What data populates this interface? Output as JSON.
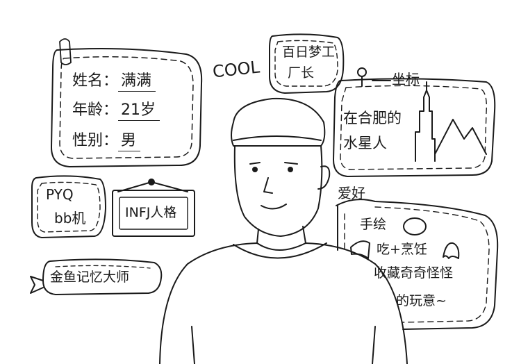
{
  "info_card": {
    "name_label": "姓名：",
    "name_value": "满满",
    "age_label": "年龄：",
    "age_value": "21岁",
    "gender_label": "性别：",
    "gender_value": "男"
  },
  "cool_text": "COOL",
  "title_bubble": {
    "line1": "百日梦工",
    "line2": "厂长"
  },
  "location": {
    "label": "坐标",
    "line1": "在合肥的",
    "line2": "水星人"
  },
  "pyq_box": {
    "line1": "PYQ",
    "line2": "bb机"
  },
  "mbti_frame": "INFJ人格",
  "memory_bubble": "金鱼记忆大师",
  "hobbies": {
    "label": "爱好",
    "items": [
      "手绘",
      "吃+烹饪",
      "收藏奇奇怪怪",
      "的玩意~"
    ]
  },
  "colors": {
    "ink": "#1a1a1a",
    "background": "#ffffff"
  }
}
